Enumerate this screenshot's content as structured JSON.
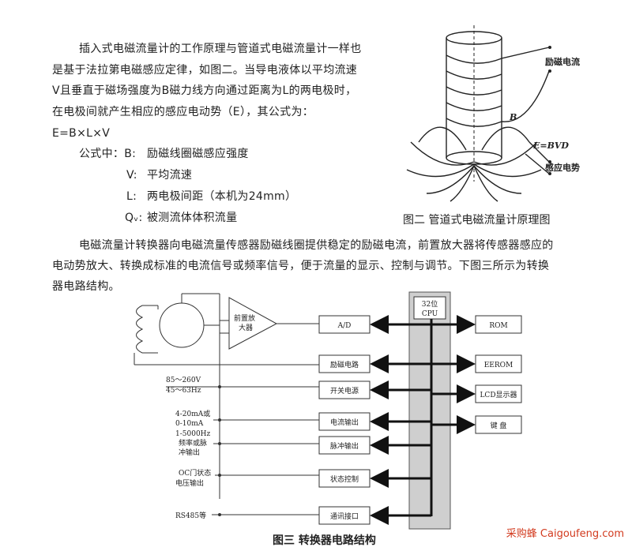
{
  "intro_lines": [
    "插入式电磁流量计的工作原理与管道式电磁流量计一样也",
    "是基于法拉第电磁感应定律，如图二。当导电液体以平均流速",
    "V且垂直于磁场强度为B磁力线方向通过距离为L的两电极时，",
    "在电极间就产生相应的感应电动势（E），其公式为：",
    "E=B×L×V"
  ],
  "formula_items": [
    {
      "sym": "公式中：B:",
      "desc": "励磁线圈磁感应强度"
    },
    {
      "sym": "V:",
      "desc": "平均流速"
    },
    {
      "sym": "L:",
      "desc": "两电极间距（本机为24mm）"
    },
    {
      "sym": "Qᵥ:",
      "desc": "被测流体体积流量"
    }
  ],
  "fig2": {
    "label_excite": "励磁电流",
    "label_b": "B",
    "label_e": "E=BVD",
    "label_emf": "感应电势",
    "caption": "图二 管道式电磁流量计原理图"
  },
  "paragraph2_lines": [
    "电磁流量计转换器向电磁流量传感器励磁线圈提供稳定的励磁电流，前置放大器将传感器感应的",
    "电动势放大、转换成标准的电流信号或频率信号，便于流量的显示、控制与调节。下图三所示为转换",
    "器电路结构。"
  ],
  "fig3": {
    "preamp": [
      "前置放",
      "大器"
    ],
    "cpu": [
      "32位",
      "CPU"
    ],
    "blocks": [
      "A/D",
      "励磁电路",
      "开关电源",
      "电流输出",
      "脉冲输出",
      "状态控制",
      "通讯接口"
    ],
    "right_blocks": [
      "ROM",
      "EEROM",
      "LCD显示器",
      "键  盘"
    ],
    "left_labels": {
      "power": [
        "85～260V",
        "45～63Hz"
      ],
      "current": [
        "4-20mA或",
        "0-10mA"
      ],
      "pulse": [
        "1-5000Hz",
        "频率或脉",
        "冲输出"
      ],
      "status": [
        "OC门状态",
        "电压输出"
      ],
      "comm": [
        "RS485等"
      ]
    },
    "caption": "图三 转换器电路结构"
  },
  "watermark": "采购蜂 Caigoufeng.com"
}
